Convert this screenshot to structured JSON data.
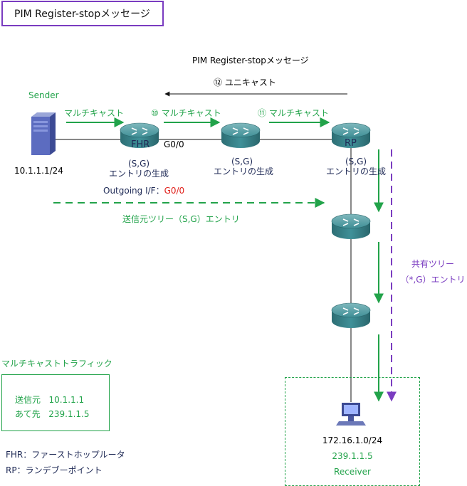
{
  "title": "PIM Register-stopメッセージ",
  "top_label": "PIM Register-stopメッセージ",
  "unicast_label": "⑫ ユニキャスト",
  "sender": {
    "label": "Sender",
    "address": "10.1.1.1/24"
  },
  "multicast_labels": [
    "マルチキャスト",
    "⑩ マルチキャスト",
    "⑪ マルチキャスト"
  ],
  "routers": {
    "fhr": {
      "name": "FHR",
      "interface": "G0/0",
      "sg": "(S,G)",
      "entry": "エントリの生成",
      "outgoing_label": "Outgoing I/F：",
      "outgoing_value": "G0/0"
    },
    "mid": {
      "sg": "(S,G)",
      "entry": "エントリの生成"
    },
    "rp": {
      "name": "RP",
      "sg": "(S,G)",
      "entry": "エントリの生成"
    }
  },
  "source_tree_label": "送信元ツリー（S,G）エントリ",
  "shared_tree": {
    "line1": "共有ツリー",
    "line2": "（*,G）エントリ"
  },
  "legend": {
    "title": "マルチキャストトラフィック",
    "source_label": "送信元",
    "source_value": "10.1.1.1",
    "dest_label": "あて先",
    "dest_value": "239.1.1.5"
  },
  "abbreviations": [
    "FHR：ファーストホップルータ",
    "RP：ランデブーポイント"
  ],
  "receiver": {
    "network": "172.16.1.0/24",
    "group": "239.1.1.5",
    "label": "Receiver"
  },
  "colors": {
    "green": "#22a34a",
    "purple": "#7a3cc0",
    "red": "#e0201b",
    "navy": "#1f2a56",
    "router": "#2f7f86"
  }
}
